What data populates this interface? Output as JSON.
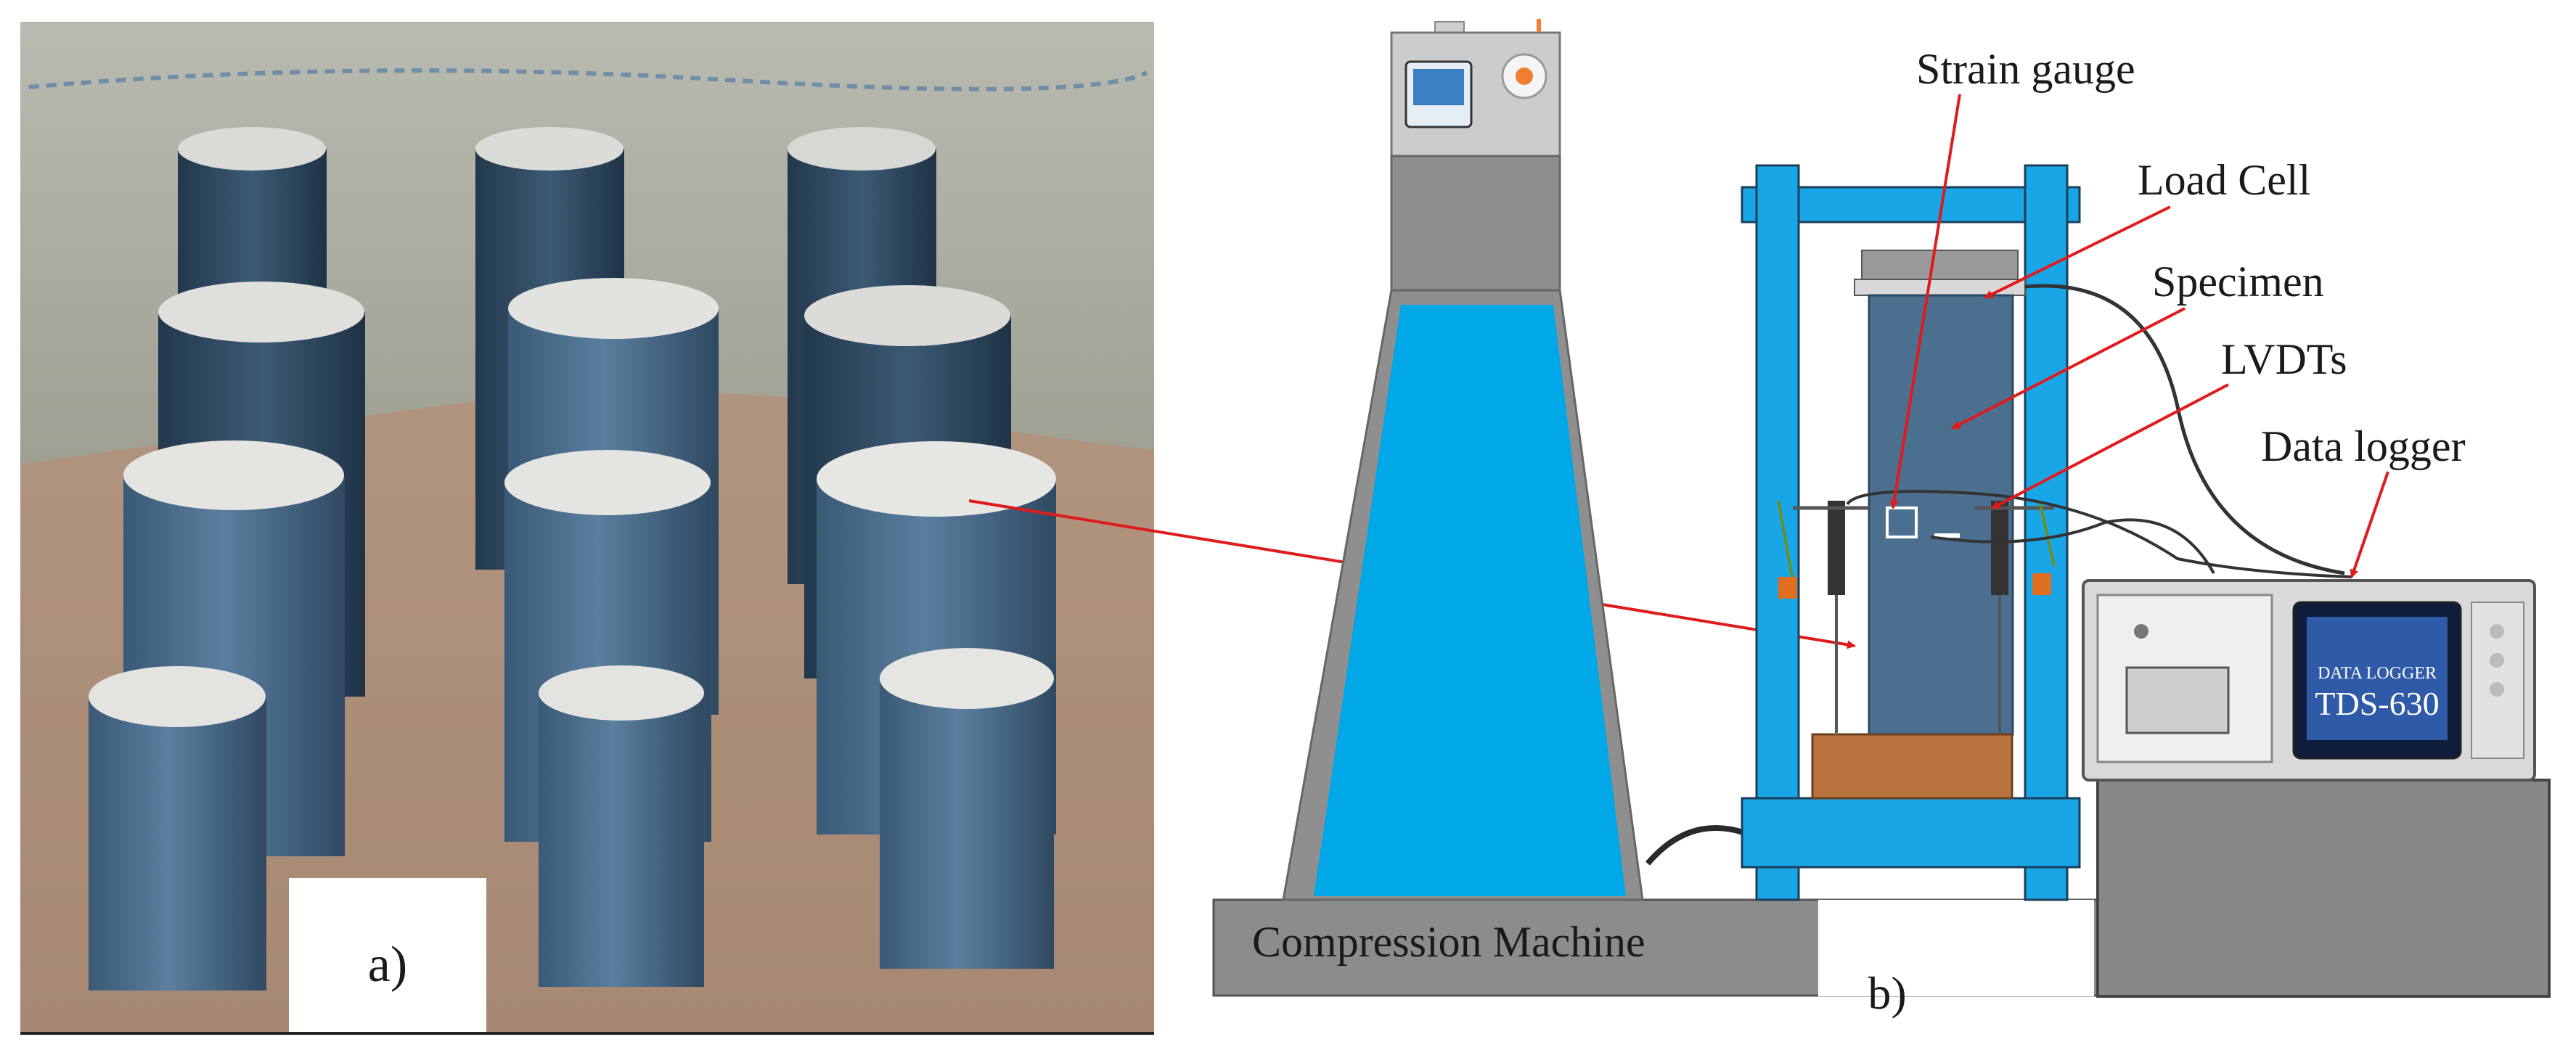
{
  "panel_a": {
    "label": "a)"
  },
  "panel_b": {
    "label": "b)",
    "machine_label": "Compression Machine",
    "callouts": {
      "strain_gauge": "Strain gauge",
      "load_cell": "Load Cell",
      "specimen": "Specimen",
      "lvdts": "LVDTs",
      "data_logger": "Data logger"
    },
    "data_logger_screen": {
      "line1": "DATA LOGGER",
      "line2": "TDS-630"
    }
  },
  "colors": {
    "specimen_blue": "#4a6f8f",
    "frame_blue": "#19a6e6",
    "machine_fill": "#00a8e8",
    "machine_gray": "#8f8f8f",
    "callout_arrow": "#e01b1b",
    "base_gray": "#8c8c8c",
    "bearing_plate": "#b8733f"
  }
}
